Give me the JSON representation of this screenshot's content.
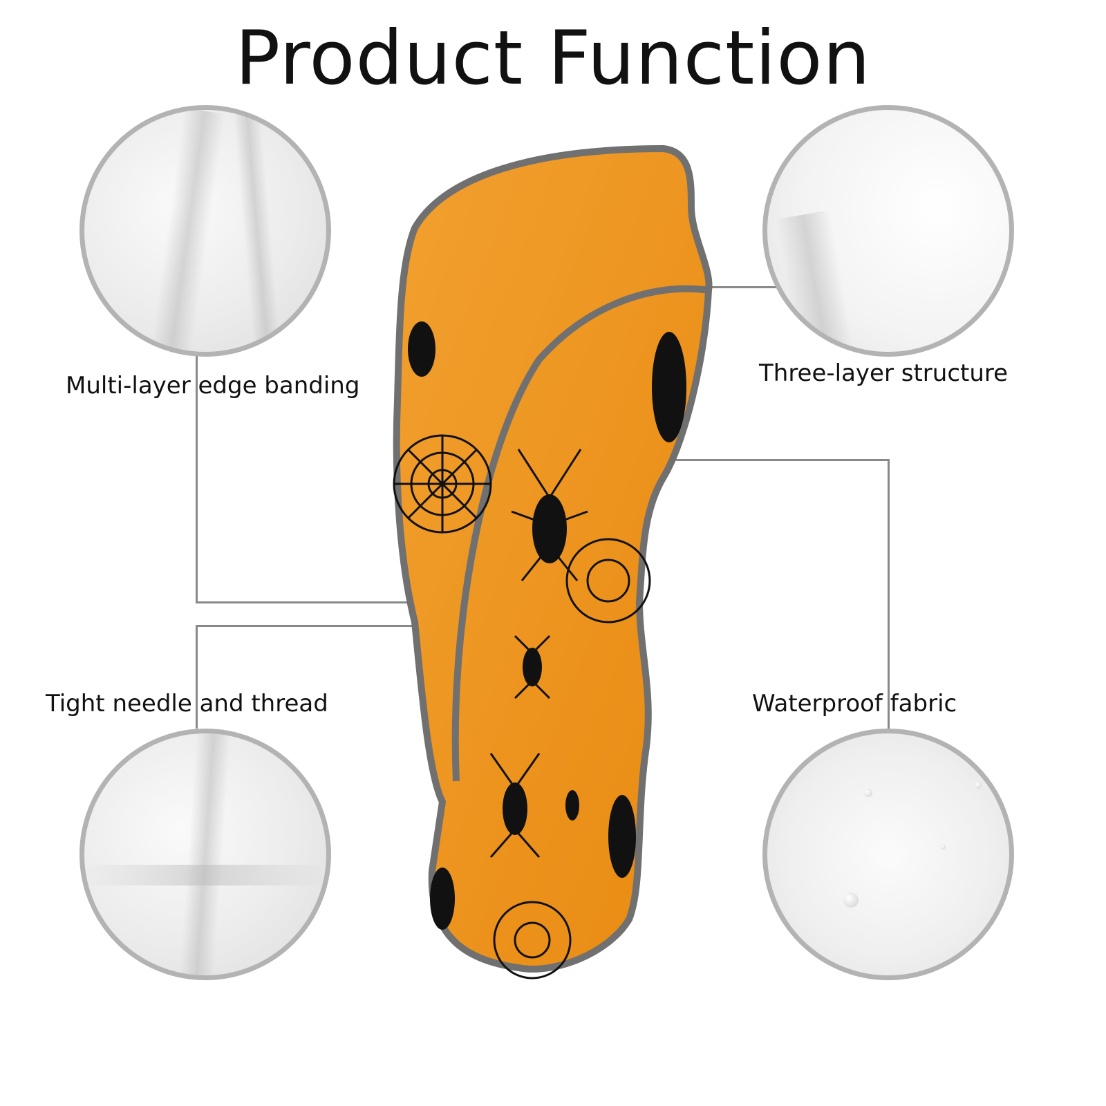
{
  "title": "Product Function",
  "features": {
    "top_left": "Multi-layer edge banding",
    "top_right": "Three-layer structure",
    "bottom_left": "Tight needle and thread",
    "bottom_right": "Waterproof fabric"
  },
  "colors": {
    "orange": "#f0981f",
    "trim": "#707070",
    "ring": "#b3b3b3",
    "pattern": "#111111"
  }
}
